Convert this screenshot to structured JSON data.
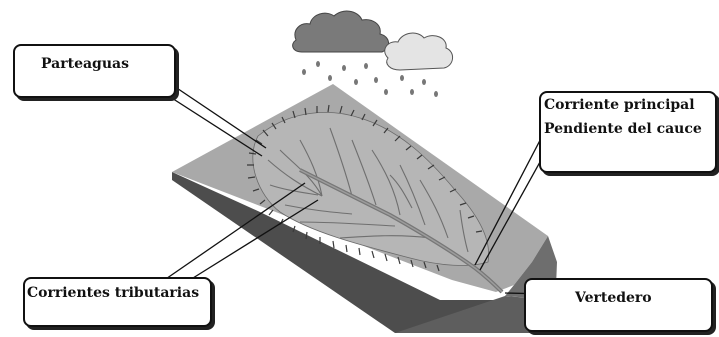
{
  "labels": {
    "parteaguas": "Parteaguas",
    "corriente_principal": "Corriente principal",
    "pendiente_cauce": "Pendiente del cauce",
    "corrientes_tributarias": "Corrientes tributarias",
    "vertedero": "Vertedero"
  },
  "colors": {
    "terrain_top": "#a9a9a9",
    "terrain_front": "#4d4d4d",
    "terrain_side": "#6e6e6e",
    "river": "#7c7c7c",
    "cloud_dark": "#7a7a7a",
    "cloud_light": "#e4e4e4"
  }
}
